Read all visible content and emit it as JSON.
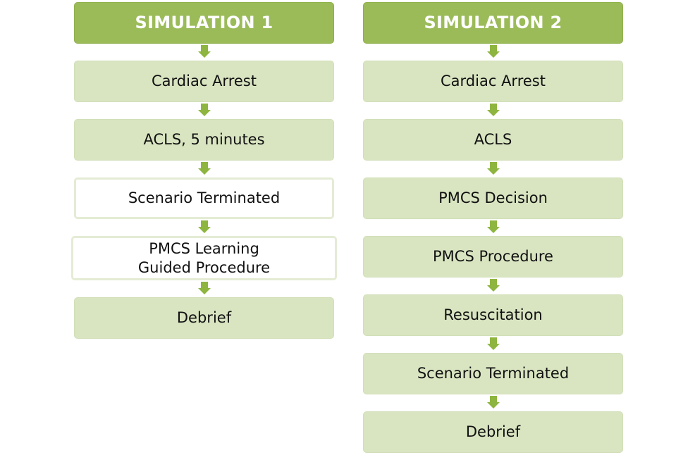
{
  "colors": {
    "header_fill": "#9bbb59",
    "step_fill": "#d9e5c1",
    "outline_border": "#e4ecd5",
    "arrow": "#8db53f"
  },
  "simulation_1": {
    "title": "SIMULATION 1",
    "steps": [
      {
        "label": "Cardiac Arrest",
        "style": "filled"
      },
      {
        "label": "ACLS, 5 minutes",
        "style": "filled"
      },
      {
        "label": "Scenario Terminated",
        "style": "outline"
      },
      {
        "label": "PMCS Learning\nGuided Procedure",
        "style": "outline"
      },
      {
        "label": "Debrief",
        "style": "filled"
      }
    ]
  },
  "simulation_2": {
    "title": "SIMULATION 2",
    "steps": [
      {
        "label": "Cardiac Arrest",
        "style": "filled"
      },
      {
        "label": "ACLS",
        "style": "filled"
      },
      {
        "label": "PMCS Decision",
        "style": "filled"
      },
      {
        "label": "PMCS Procedure",
        "style": "filled"
      },
      {
        "label": "Resuscitation",
        "style": "filled"
      },
      {
        "label": "Scenario Terminated",
        "style": "filled"
      },
      {
        "label": "Debrief",
        "style": "filled"
      }
    ]
  }
}
